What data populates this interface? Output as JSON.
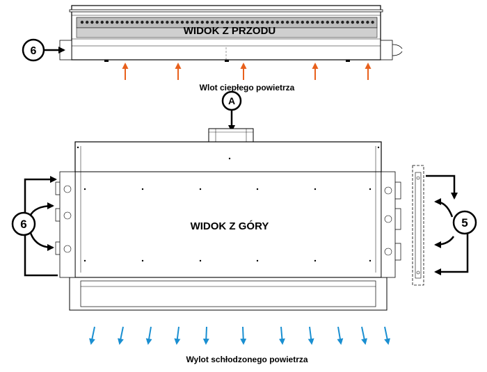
{
  "front_view": {
    "title": "WIDOK Z PRZODU",
    "callout": "6",
    "inlet_label": "Wlot ciepłego powietrza"
  },
  "top_view": {
    "title": "WIDOK Z GÓRY",
    "callout_a": "A",
    "callout_left": "6",
    "callout_right": "5",
    "outlet_label": "Wylot schłodzonego powietrza"
  },
  "colors": {
    "warm_arrow": "#e8601c",
    "cool_arrow": "#1a8fd1",
    "line": "#000000"
  },
  "icons": {
    "warm_arrow": "arrow-up-icon",
    "cool_arrow": "arrow-down-icon",
    "callout": "circle-callout-icon"
  }
}
